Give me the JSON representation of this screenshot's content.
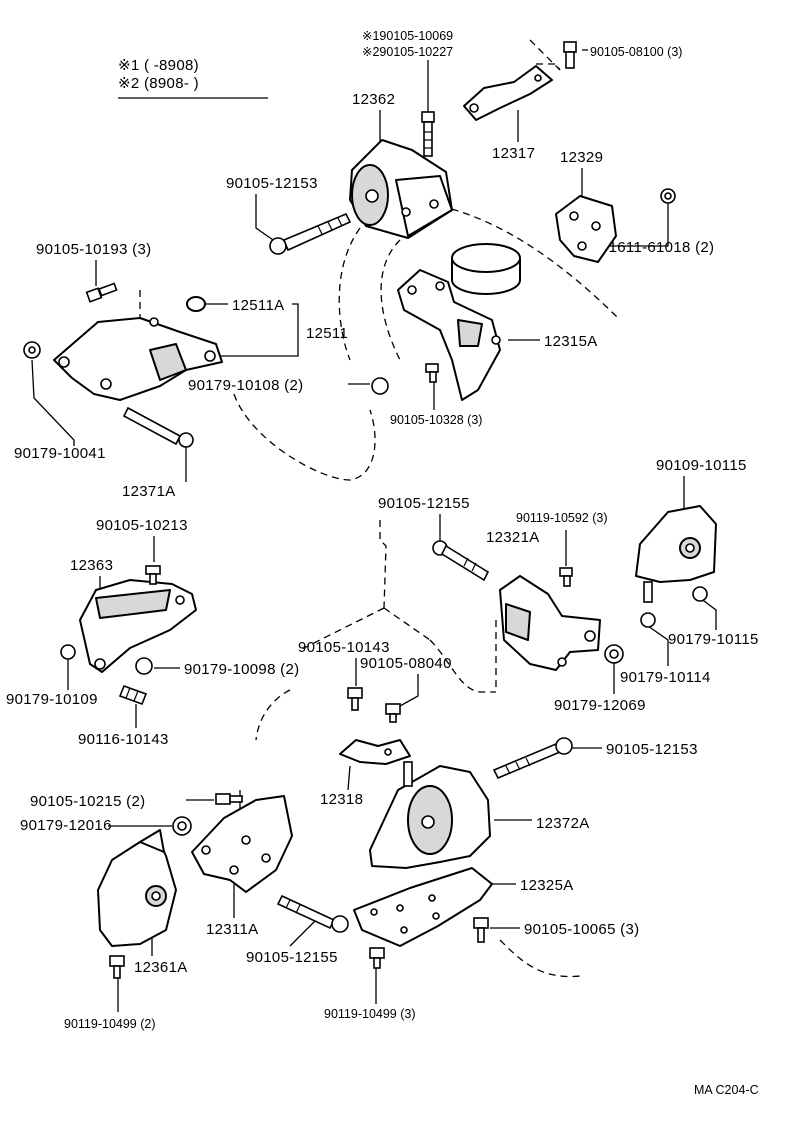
{
  "legend": {
    "line1": "※1 (     -8908)",
    "line2": "※2 (8908-        )"
  },
  "labels": [
    {
      "id": "l-90105-10069",
      "text": "※190105-10069"
    },
    {
      "id": "l-90105-10227",
      "text": "※290105-10227"
    },
    {
      "id": "l-90105-08100",
      "text": "90105-08100 (3)"
    },
    {
      "id": "l-12362",
      "text": "12362"
    },
    {
      "id": "l-12317",
      "text": "12317"
    },
    {
      "id": "l-12329",
      "text": "12329"
    },
    {
      "id": "l-90105-12153-a",
      "text": "90105-12153"
    },
    {
      "id": "l-91611-61018",
      "text": "91611-61018 (2)"
    },
    {
      "id": "l-90105-10193",
      "text": "90105-10193 (3)"
    },
    {
      "id": "l-12511A",
      "text": "12511A"
    },
    {
      "id": "l-12511",
      "text": "12511"
    },
    {
      "id": "l-12315A",
      "text": "12315A"
    },
    {
      "id": "l-90179-10108",
      "text": "90179-10108 (2)"
    },
    {
      "id": "l-90105-10328",
      "text": "90105-10328 (3)"
    },
    {
      "id": "l-90179-10041",
      "text": "90179-10041"
    },
    {
      "id": "l-90109-10115",
      "text": "90109-10115"
    },
    {
      "id": "l-12371A",
      "text": "12371A"
    },
    {
      "id": "l-90105-12155-a",
      "text": "90105-12155"
    },
    {
      "id": "l-90119-10592",
      "text": "90119-10592 (3)"
    },
    {
      "id": "l-90105-10213",
      "text": "90105-10213"
    },
    {
      "id": "l-12321A",
      "text": "12321A"
    },
    {
      "id": "l-12363",
      "text": "12363"
    },
    {
      "id": "l-90179-10115",
      "text": "90179-10115"
    },
    {
      "id": "l-90105-10143",
      "text": "90105-10143"
    },
    {
      "id": "l-90105-08040",
      "text": "90105-08040"
    },
    {
      "id": "l-90179-10114",
      "text": "90179-10114"
    },
    {
      "id": "l-90179-10098",
      "text": "90179-10098 (2)"
    },
    {
      "id": "l-90179-10109",
      "text": "90179-10109"
    },
    {
      "id": "l-90179-12069",
      "text": "90179-12069"
    },
    {
      "id": "l-90116-10143",
      "text": "90116-10143"
    },
    {
      "id": "l-90105-12153-b",
      "text": "90105-12153"
    },
    {
      "id": "l-90105-10215",
      "text": "90105-10215 (2)"
    },
    {
      "id": "l-12318",
      "text": "12318"
    },
    {
      "id": "l-90179-12016",
      "text": "90179-12016"
    },
    {
      "id": "l-12372A",
      "text": "12372A"
    },
    {
      "id": "l-12325A",
      "text": "12325A"
    },
    {
      "id": "l-12311A",
      "text": "12311A"
    },
    {
      "id": "l-90105-10065",
      "text": "90105-10065 (3)"
    },
    {
      "id": "l-12361A",
      "text": "12361A"
    },
    {
      "id": "l-90105-12155-b",
      "text": "90105-12155"
    },
    {
      "id": "l-90119-10499-a",
      "text": "90119-10499 (2)"
    },
    {
      "id": "l-90119-10499-b",
      "text": "90119-10499 (3)"
    }
  ],
  "footer": {
    "code": "MA  C204-C"
  }
}
